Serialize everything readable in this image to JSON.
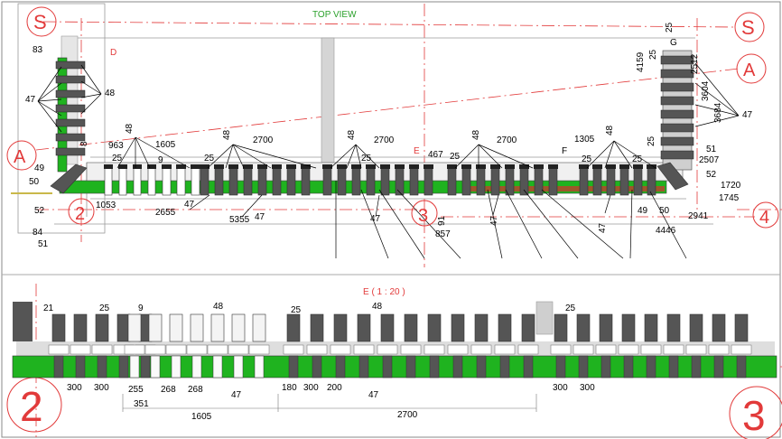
{
  "titles": {
    "top_view": "TOP VIEW",
    "detail": "E ( 1 : 20 )"
  },
  "colors": {
    "green": "#1fb31f",
    "dark": "#555555",
    "light": "#dedede",
    "red": "#e23a3a",
    "grid": "#9a9a9a"
  },
  "markers": {
    "s_left": "S",
    "s_right": "S",
    "a_left": "A",
    "a_right": "A",
    "n2": "2",
    "n3": "3",
    "n4": "4",
    "n2b": "2",
    "n3b": "3",
    "d": "D",
    "e": "E",
    "f": "F",
    "g": "G"
  },
  "top_labels": {
    "l83": "83",
    "l47a": "47",
    "l48a": "48",
    "l8": "8",
    "l49": "49",
    "l50": "50",
    "l52": "52",
    "l84": "84",
    "l51": "51",
    "l963": "963",
    "l1605": "1605",
    "l48b": "48",
    "l25a": "25",
    "l9": "9",
    "l1053": "1053",
    "l2655": "2655",
    "l47b": "47",
    "l48c": "48",
    "l2700a": "2700",
    "l25b": "25",
    "l5355": "5355",
    "l47c": "47",
    "l48d": "48",
    "l2700b": "2700",
    "l25c": "25",
    "l47d": "47",
    "l467": "467",
    "l25d": "25",
    "l48e": "48",
    "l2700c": "2700",
    "l91": "91",
    "l857": "857",
    "l47e": "47",
    "l1305": "1305",
    "l48f": "48",
    "l25e": "25",
    "l25f": "25",
    "l47f": "47",
    "l49b": "49",
    "l50b": "50",
    "l4446": "4446",
    "l4159": "4159",
    "l25g": "25",
    "l2512": "2512",
    "l3604": "3604",
    "l3684": "3684",
    "l47g": "47",
    "l25h": "25",
    "l51b": "51",
    "l2507": "2507",
    "l52b": "52",
    "l1720": "1720",
    "l1745": "1745",
    "l2941": "2941",
    "l25i": "25"
  },
  "detail_labels": {
    "d21": "21",
    "d25a": "25",
    "d9": "9",
    "d48a": "48",
    "d25b": "25",
    "d48b": "48",
    "d25c": "25",
    "d300a": "300",
    "d300b": "300",
    "d255": "255",
    "d268a": "268",
    "d268b": "268",
    "d351": "351",
    "d47a": "47",
    "d1605": "1605",
    "d180": "180",
    "d300c": "300",
    "d200": "200",
    "d47b": "47",
    "d2700": "2700",
    "d300d": "300",
    "d300e": "300"
  }
}
